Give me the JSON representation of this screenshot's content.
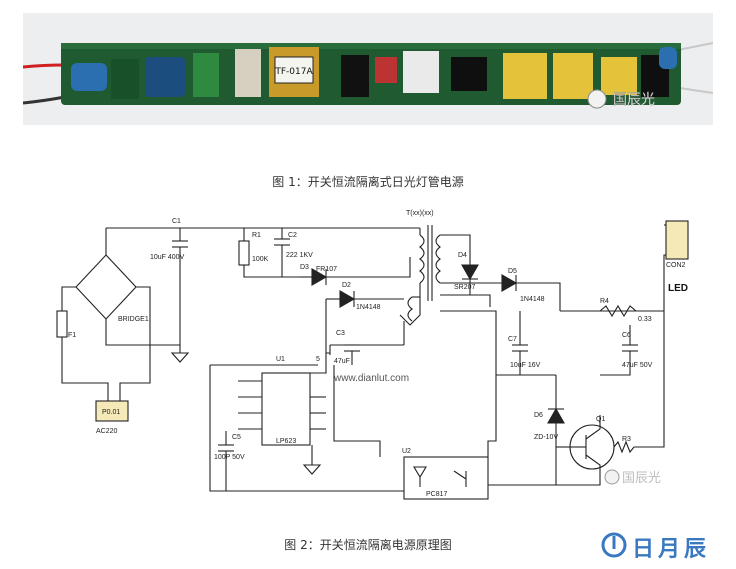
{
  "photo": {
    "board_text": "TF-017A",
    "watermark": "国辰光"
  },
  "caption1": "图 1：开关恒流隔离式日光灯管电源",
  "caption2": "图 2：开关恒流隔离电源原理图",
  "schematic": {
    "transformer": "T(xx)(xx)",
    "c1": "C1",
    "c1_value": "10uF 400V",
    "r1": "R1",
    "r1_value": "100K",
    "c2": "C2",
    "c2_value": "222 1KV",
    "d3": "D3",
    "d3_value": "FR107",
    "d2": "D2",
    "d2_value": "1N4148",
    "c3": "C3",
    "c3_value": "47uF",
    "bridge": "BRIDGE1",
    "fuse": "F1",
    "u1": "U1",
    "u1_value": "LP623",
    "u1_pin5": "5",
    "c5": "C5",
    "c5_value": "100P 50V",
    "u2": "U2",
    "u2_value": "PC817",
    "d4": "D4",
    "d4_value": "SR207",
    "d5": "D5",
    "d5_value": "1N4148",
    "c7": "C7",
    "c7_value": "10uF 16V",
    "c6": "C6",
    "c6_value": "47uF 50V",
    "r4": "R4",
    "r4_value": "0.33",
    "r3": "R3",
    "d6": "D6",
    "d6_value": "ZD-10V",
    "q1": "Q1",
    "led_conn": "CON2",
    "led_label": "LED",
    "ac_conn": "P0.01",
    "ac_label": "AC220",
    "website": "www.dianlut.com",
    "watermark": "国辰光"
  },
  "logo_text": "日月辰"
}
